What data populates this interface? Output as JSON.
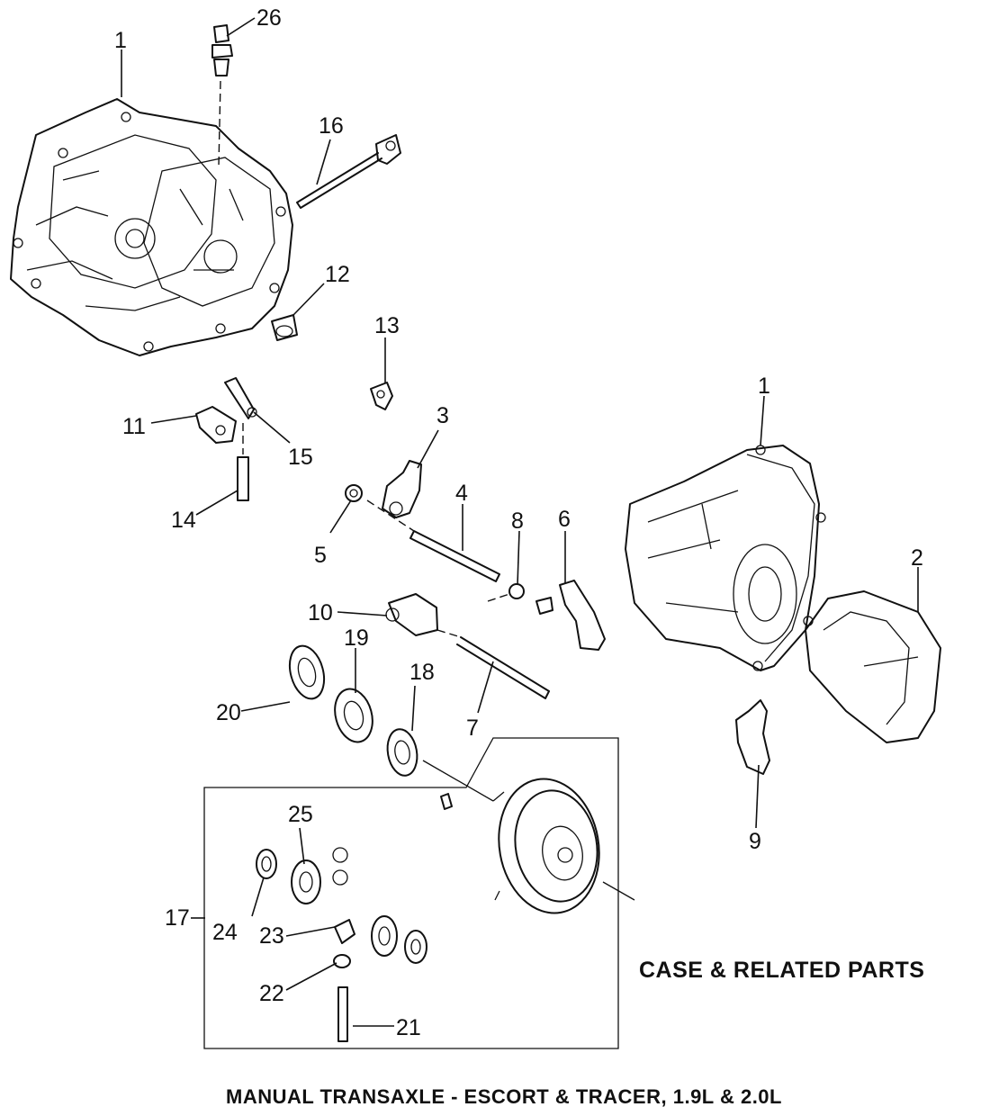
{
  "heading": "CASE & RELATED PARTS",
  "caption": "MANUAL TRANSAXLE - ESCORT & TRACER, 1.9L & 2.0L",
  "callouts": [
    {
      "id": "1a",
      "text": "1"
    },
    {
      "id": "1b",
      "text": "1"
    },
    {
      "id": "2",
      "text": "2"
    },
    {
      "id": "3",
      "text": "3"
    },
    {
      "id": "4",
      "text": "4"
    },
    {
      "id": "5",
      "text": "5"
    },
    {
      "id": "6",
      "text": "6"
    },
    {
      "id": "7",
      "text": "7"
    },
    {
      "id": "8",
      "text": "8"
    },
    {
      "id": "9",
      "text": "9"
    },
    {
      "id": "10",
      "text": "10"
    },
    {
      "id": "11",
      "text": "11"
    },
    {
      "id": "12",
      "text": "12"
    },
    {
      "id": "13",
      "text": "13"
    },
    {
      "id": "14",
      "text": "14"
    },
    {
      "id": "15",
      "text": "15"
    },
    {
      "id": "16",
      "text": "16"
    },
    {
      "id": "17",
      "text": "17"
    },
    {
      "id": "18",
      "text": "18"
    },
    {
      "id": "19",
      "text": "19"
    },
    {
      "id": "20",
      "text": "20"
    },
    {
      "id": "21",
      "text": "21"
    },
    {
      "id": "22",
      "text": "22"
    },
    {
      "id": "23",
      "text": "23"
    },
    {
      "id": "24",
      "text": "24"
    },
    {
      "id": "25",
      "text": "25"
    },
    {
      "id": "26",
      "text": "26"
    }
  ]
}
